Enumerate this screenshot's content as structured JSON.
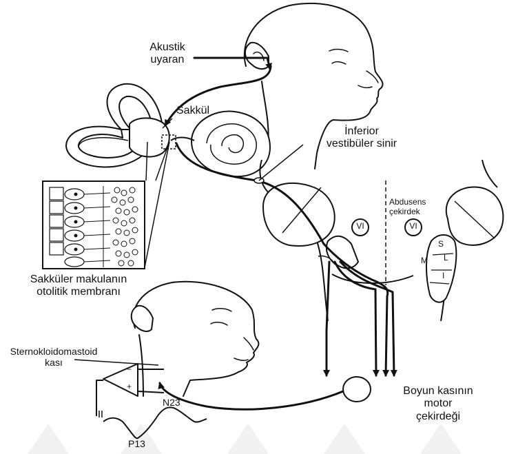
{
  "labels": {
    "acoustic_stimulus": [
      "Akustik",
      "uyaran"
    ],
    "saccule": "Sakkül",
    "inferior_vestibular_nerve": [
      "İnferior",
      "vestibüler sinir"
    ],
    "abducens_nucleus": [
      "Abdusens",
      "çekirdek"
    ],
    "cranial_nerve_vi_left": "VI",
    "cranial_nerve_vi_right": "VI",
    "vestibular_nuclei": [
      "S",
      "L",
      "M",
      "I"
    ],
    "saccular_macula": [
      "Sakküler makulanın",
      "otolitik membranı"
    ],
    "sternocleidomastoid": [
      "Sternokloidomastoid",
      "kası"
    ],
    "neck_motor_nucleus": [
      "Boyun kasının",
      "motor",
      "çekirdeği"
    ],
    "waveform_n23": "N23",
    "waveform_p13": "P13",
    "amplifier_minus": "−",
    "amplifier_plus": "+"
  },
  "colors": {
    "ink": "#111111",
    "fill": "#ffffff",
    "watermark": "#eeeeee"
  },
  "icons": {
    "upper_head": "human-head-profile-icon",
    "lower_head": "human-head-profile-icon",
    "inner_ear": "inner-ear-labyrinth-icon",
    "brainstem": "brainstem-icon",
    "amplifier": "differential-amplifier-icon"
  }
}
